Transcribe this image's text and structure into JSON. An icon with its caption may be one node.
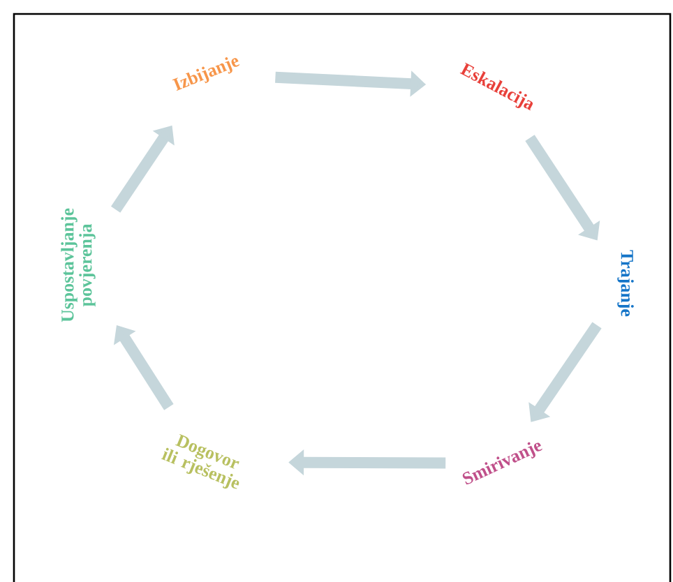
{
  "diagram": {
    "nodes": [
      {
        "text": [
          "Izbijanje"
        ]
      },
      {
        "text": [
          "Eskalacija"
        ]
      },
      {
        "text": [
          "Trajanje"
        ]
      },
      {
        "text": [
          "Smirivanje"
        ]
      },
      {
        "text": [
          "Dogovor ili rješenje"
        ]
      },
      {
        "text": [
          "Uspostavljanje povjerenja"
        ]
      }
    ],
    "edges": [
      {
        "from": 0,
        "to": 1,
        "arrow": "to"
      },
      {
        "from": 1,
        "to": 2,
        "arrow": "to"
      },
      {
        "from": 2,
        "to": 3,
        "arrow": "to"
      },
      {
        "from": 3,
        "to": 4,
        "arrow": "to"
      },
      {
        "from": 4,
        "to": 5,
        "arrow": "to"
      },
      {
        "from": 5,
        "to": 0,
        "arrow": "to"
      }
    ]
  }
}
